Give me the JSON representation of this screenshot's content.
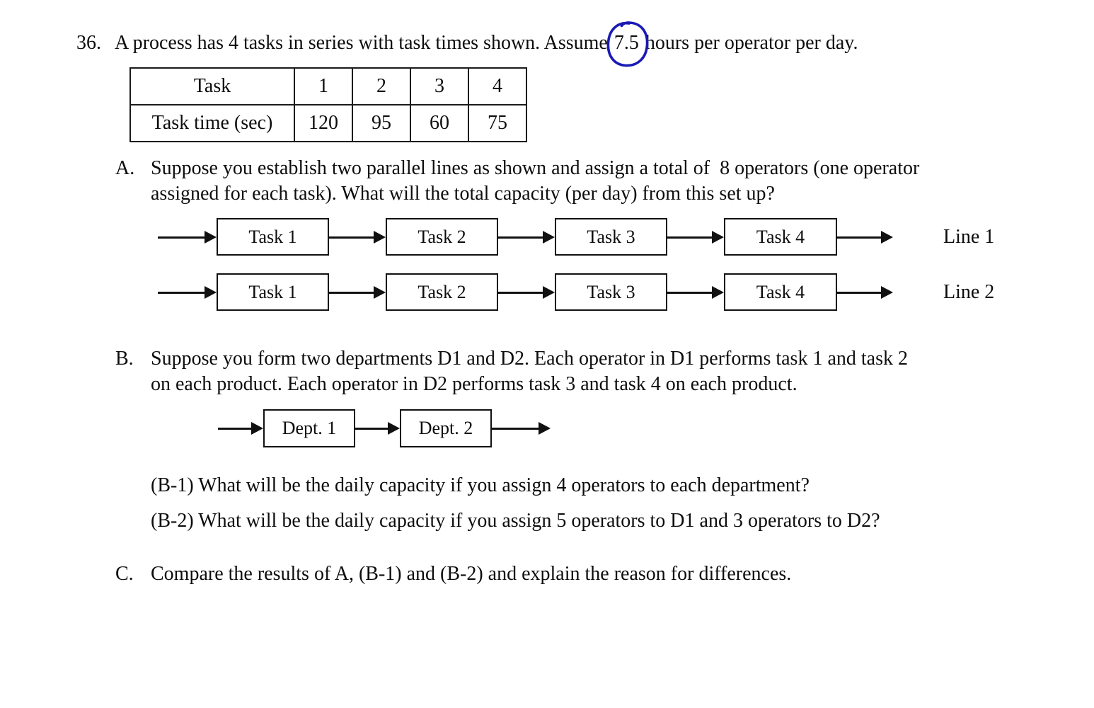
{
  "document": {
    "background": "#ffffff",
    "text_color": "#0d0d0d",
    "pen_annotation_color": "#1a1ab5"
  },
  "question": {
    "number": "36.",
    "stem_before_circle": "A process has 4 tasks in series with task times shown. Assume",
    "circled_value": "7.5",
    "stem_after_circle": "hours per operator per day."
  },
  "task_table": {
    "header_label": "Task",
    "row_label": "Task time (sec)",
    "task_numbers": [
      "1",
      "2",
      "3",
      "4"
    ],
    "task_times": [
      "120",
      "95",
      "60",
      "75"
    ]
  },
  "part_a": {
    "marker": "A.",
    "lines": [
      "Suppose you establish two parallel lines as shown and assign a total of  8 operators (one operator",
      "assigned for each task). What will the total capacity (per day) from this set up?"
    ]
  },
  "flow_lines": [
    {
      "label": "Line 1",
      "tasks": [
        "Task 1",
        "Task 2",
        "Task 3",
        "Task 4"
      ]
    },
    {
      "label": "Line 2",
      "tasks": [
        "Task 1",
        "Task 2",
        "Task 3",
        "Task 4"
      ]
    }
  ],
  "part_b": {
    "marker": "B.",
    "lines": [
      "Suppose you form two departments D1 and D2. Each operator in D1 performs task 1 and task 2",
      "on each product. Each operator in D2 performs task 3 and task 4 on each product."
    ],
    "departments": [
      "Dept. 1",
      "Dept. 2"
    ],
    "sub_questions": [
      "(B-1) What will be the daily capacity if you assign 4 operators to each department?",
      "(B-2) What will be the daily capacity if you assign 5 operators to D1 and 3 operators to D2?"
    ]
  },
  "part_c": {
    "marker": "C.",
    "text": "Compare the results of A, (B-1) and (B-2) and explain the reason for differences."
  }
}
